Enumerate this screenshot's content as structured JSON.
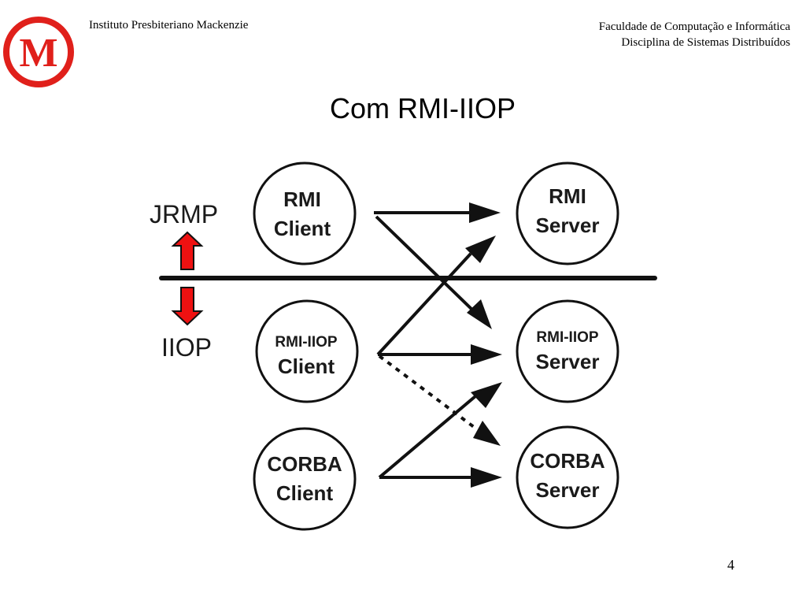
{
  "header": {
    "institution": "Instituto Presbiteriano Mackenzie",
    "faculty": "Faculdade de Computação e Informática",
    "course": "Disciplina de Sistemas Distribuídos"
  },
  "logo": {
    "letter": "M",
    "color": "#e0201b"
  },
  "slide": {
    "title": "Com RMI-IIOP",
    "page_number": "4"
  },
  "diagram": {
    "protocol_top": "JRMP",
    "protocol_bottom": "IIOP",
    "arrow_color": "#ee1111",
    "nodes": {
      "rmi_client": [
        "RMI",
        "Client"
      ],
      "rmi_iiop_client": [
        "RMI-IIOP",
        "Client"
      ],
      "corba_client": [
        "CORBA",
        "Client"
      ],
      "rmi_server": [
        "RMI",
        "Server"
      ],
      "rmi_iiop_server": [
        "RMI-IIOP",
        "Server"
      ],
      "corba_server": [
        "CORBA",
        "Server"
      ]
    }
  }
}
